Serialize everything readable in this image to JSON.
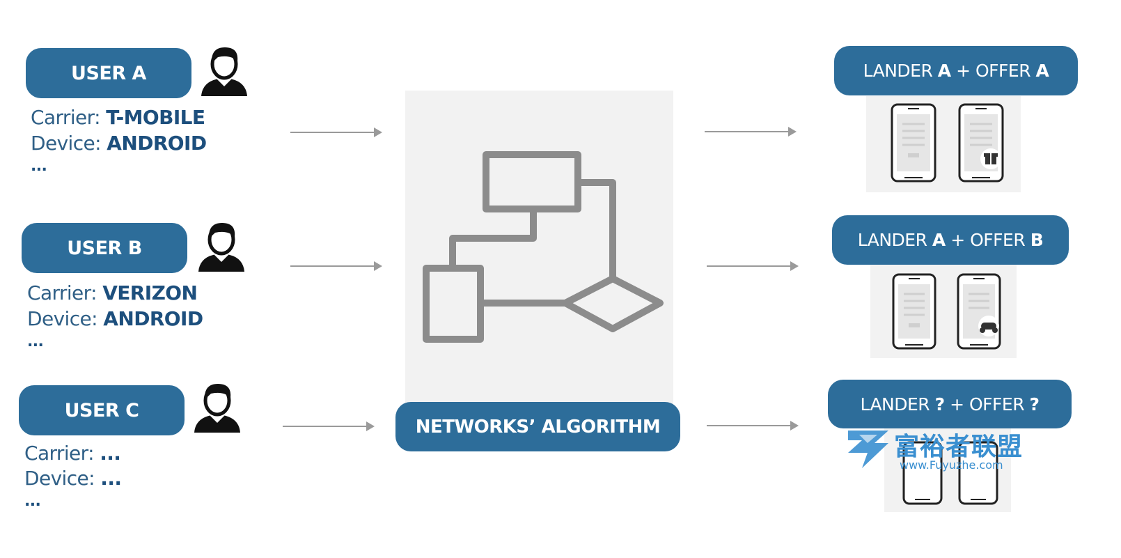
{
  "users": [
    {
      "label": "USER A",
      "carrier_prefix": "Carrier: ",
      "carrier": "T-MOBILE",
      "device_prefix": "Device: ",
      "device": "ANDROID",
      "more": "..."
    },
    {
      "label": "USER B",
      "carrier_prefix": "Carrier: ",
      "carrier": "VERIZON",
      "device_prefix": "Device: ",
      "device": "ANDROID",
      "more": "..."
    },
    {
      "label": "USER C",
      "carrier_prefix": "Carrier: ",
      "carrier": "...",
      "device_prefix": "Device: ",
      "device": "...",
      "more": "..."
    }
  ],
  "algorithm": {
    "label": "NETWORKS’ ALGORITHM"
  },
  "landers": [
    {
      "lander_prefix": "LANDER ",
      "lander": "A",
      "plus": " + OFFER ",
      "offer": "A",
      "badge_icon": "gift-icon"
    },
    {
      "lander_prefix": "LANDER ",
      "lander": "A",
      "plus": " + OFFER ",
      "offer": "B",
      "badge_icon": "gamepad-icon"
    },
    {
      "lander_prefix": "LANDER ",
      "lander": "?",
      "plus": " + OFFER ",
      "offer": "?",
      "badge_icon": ""
    }
  ],
  "watermark": {
    "text": "富裕者联盟",
    "url": "www.Fuyuzhe.com"
  },
  "colors": {
    "pill": "#2d6d9a",
    "text": "#2f5f86",
    "arrow": "#9a9a9a",
    "panel": "#f2f2f2",
    "watermark": "#3a8fd0"
  }
}
